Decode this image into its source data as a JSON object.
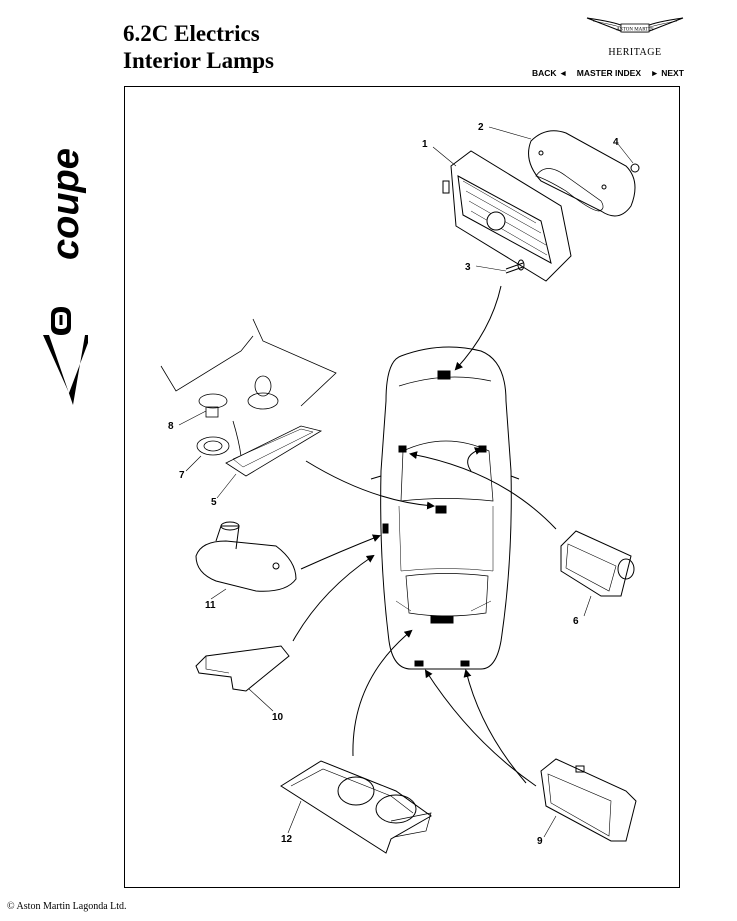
{
  "sidebar": {
    "model": "V8 coupe"
  },
  "header": {
    "title_line1": "6.2C Electrics",
    "title_line2": "Interior Lamps",
    "brand": "ASTON MARTIN",
    "heritage": "HERITAGE"
  },
  "nav": {
    "back": "BACK ◄",
    "master_index": "MASTER INDEX",
    "next": "► NEXT"
  },
  "callouts": [
    "1",
    "2",
    "3",
    "4",
    "5",
    "6",
    "7",
    "8",
    "9",
    "10",
    "11",
    "12"
  ],
  "footer": {
    "copyright": "© Aston Martin Lagonda Ltd."
  }
}
